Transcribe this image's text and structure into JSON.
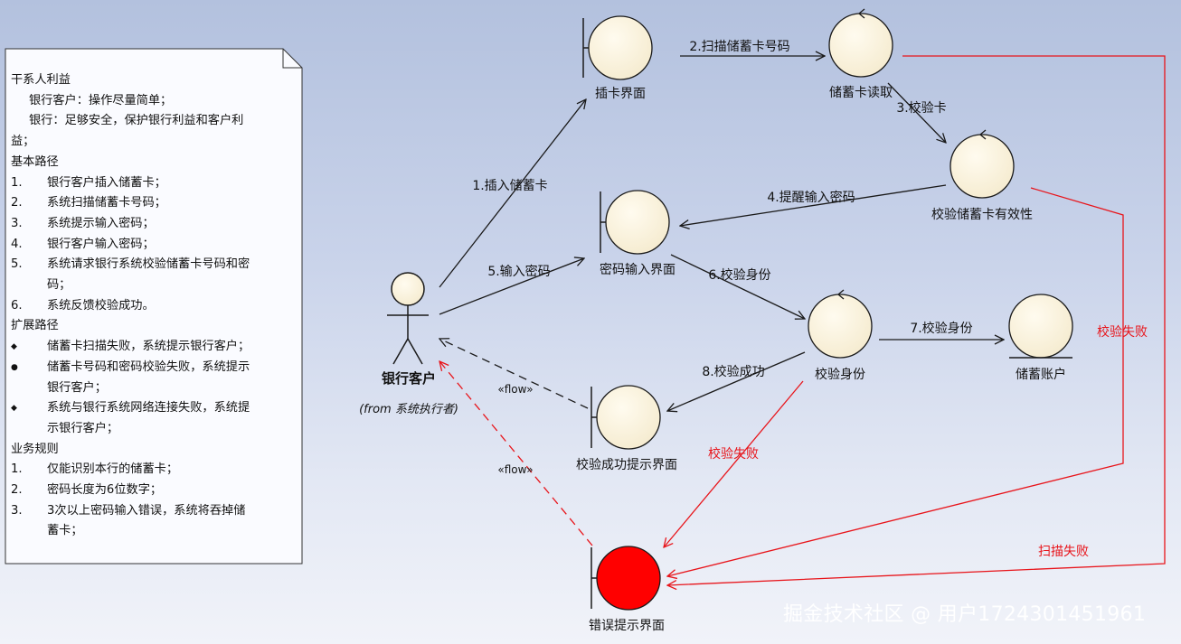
{
  "note": {
    "heading_stakeholders": "干系人利益",
    "stakeholder_1": "银行客户：操作尽量简单；",
    "stakeholder_2": "银行：足够安全，保护银行利益和客户利",
    "stakeholder_2_cont": "益；",
    "heading_basic": "基本路径",
    "basic_steps": [
      {
        "num": "1.",
        "text": "银行客户插入储蓄卡；"
      },
      {
        "num": "2.",
        "text": "系统扫描储蓄卡号码；"
      },
      {
        "num": "3.",
        "text": "系统提示输入密码；"
      },
      {
        "num": "4.",
        "text": "银行客户输入密码；"
      },
      {
        "num": "5.",
        "text": "系统请求银行系统校验储蓄卡号码和密",
        "cont": "码；"
      },
      {
        "num": "6.",
        "text": "系统反馈校验成功。"
      }
    ],
    "heading_ext": "扩展路径",
    "ext_items": [
      {
        "bullet": "◆",
        "text": "储蓄卡扫描失败，系统提示银行客户；"
      },
      {
        "bullet": "●",
        "text": "储蓄卡号码和密码校验失败，系统提示",
        "cont": "银行客户；"
      },
      {
        "bullet": "◆",
        "text": "系统与银行系统网络连接失败，系统提",
        "cont": "示银行客户；"
      }
    ],
    "heading_rules": "业务规则",
    "rules": [
      {
        "num": "1.",
        "text": "仅能识别本行的储蓄卡；"
      },
      {
        "num": "2.",
        "text": "密码长度为6位数字；"
      },
      {
        "num": "3.",
        "text": "3次以上密码输入错误，系统将吞掉储",
        "cont": "蓄卡；"
      }
    ]
  },
  "actor": {
    "name": "银行客户",
    "from": "(from 系统执行者)"
  },
  "objects": {
    "insert_card_ui": "插卡界面",
    "card_reader": "储蓄卡读取",
    "card_validity": "校验储蓄卡有效性",
    "password_ui": "密码输入界面",
    "identity_check": "校验身份",
    "savings_account": "储蓄账户",
    "success_ui": "校验成功提示界面",
    "error_ui": "错误提示界面"
  },
  "messages": {
    "m1": "1.插入储蓄卡",
    "m2": "2.扫描储蓄卡号码",
    "m3": "3.校验卡",
    "m4": "4.提醒输入密码",
    "m5": "5.输入密码",
    "m6": "6.校验身份",
    "m7": "7.校验身份",
    "m8": "8.校验成功",
    "flow_1": "«flow»",
    "flow_2": "«flow»",
    "fail_1": "校验失败",
    "fail_2": "校验失败",
    "fail_3": "扫描失败"
  },
  "colors": {
    "object_fill": "#faf3df",
    "error_fill": "#ff0000",
    "fail_line": "#e8141a",
    "line": "#1a1a1a"
  },
  "watermark": "掘金技术社区 @ 用户1724301451961"
}
